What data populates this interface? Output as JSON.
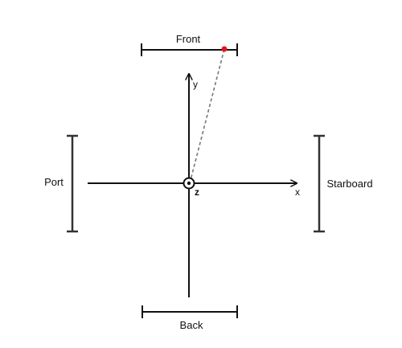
{
  "labels": {
    "front": "Front",
    "back": "Back",
    "port": "Port",
    "starboard": "Starboard"
  },
  "axes": {
    "x": "x",
    "y": "y",
    "z": "z"
  },
  "colors": {
    "stroke": "#111111",
    "bracket": "#333333",
    "dashed_line": "#777777",
    "marker": "#e8141b"
  },
  "icons": {
    "origin": "z-axis-out-of-page-icon",
    "target": "red-dot-marker"
  }
}
